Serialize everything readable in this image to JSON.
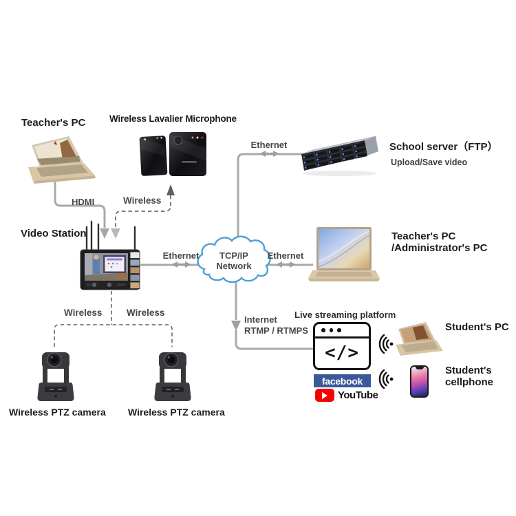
{
  "nodes": {
    "teacher_pc_top": {
      "label": "Teacher's PC"
    },
    "microphone": {
      "label": "Wireless Lavalier Microphone"
    },
    "video_station": {
      "label": "Video Station"
    },
    "school_server": {
      "label": "School server（FTP）",
      "sublabel": "Upload/Save video"
    },
    "teacher_admin_pc": {
      "line1": "Teacher's PC",
      "line2": "/Administrator's PC"
    },
    "cloud": {
      "line1": "TCP/IP",
      "line2": "Network"
    },
    "streaming": {
      "label": "Live streaming platform",
      "code": "</>",
      "facebook": "facebook",
      "youtube": "YouTube"
    },
    "student_pc": {
      "label": "Student's PC"
    },
    "student_phone": {
      "line1": "Student's",
      "line2": "cellphone"
    },
    "ptz_camera_left": {
      "label": "Wireless PTZ camera"
    },
    "ptz_camera_right": {
      "label": "Wireless PTZ camera"
    }
  },
  "connections": {
    "hdmi": {
      "label": "HDMI"
    },
    "wireless_to_mic": {
      "label": "Wireless"
    },
    "ethernet_station_cloud": {
      "label": "Ethernet"
    },
    "ethernet_cloud_server": {
      "label": "Ethernet"
    },
    "ethernet_cloud_pc": {
      "label": "Ethernet"
    },
    "internet": {
      "line1": "Internet",
      "line2": "RTMP / RTMPS"
    },
    "wireless_cam_left": {
      "label": "Wireless"
    },
    "wireless_cam_right": {
      "label": "Wireless"
    }
  },
  "colors": {
    "line_gray": "#a9a9a9",
    "dashed_gray": "#6e6e6e",
    "cloud_stroke": "#4d9fd6",
    "facebook_blue": "#3b5998",
    "youtube_red": "#f60002",
    "label_dark": "#1c1c1c",
    "label_gray": "#474747",
    "laptop_gold": "#d9c6a4",
    "server_led_blue": "#6a8ef2"
  }
}
